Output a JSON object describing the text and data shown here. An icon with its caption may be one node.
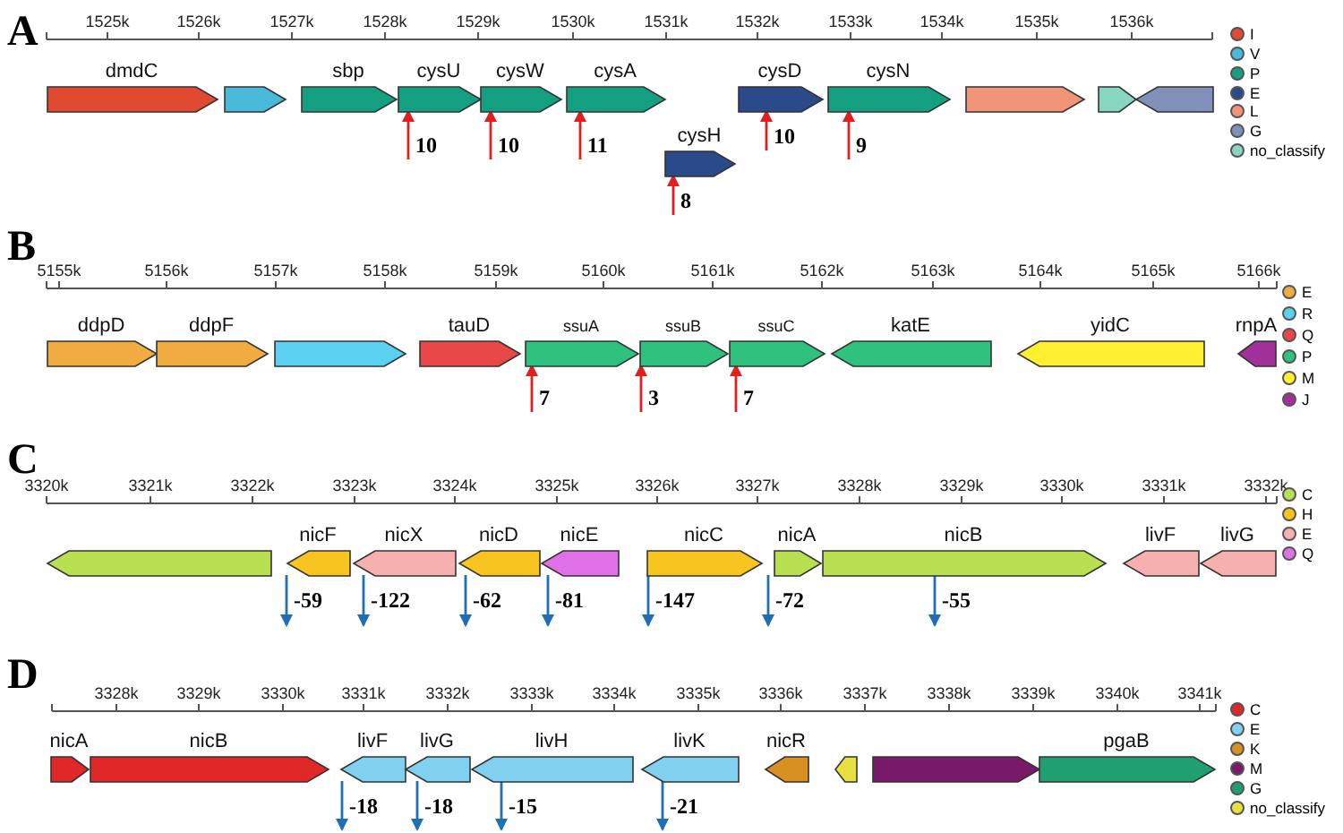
{
  "diagram": {
    "nodes": [
      {
        "text": [
          "dmdC"
        ]
      },
      {
        "text": [],
        "shape": "pentagon"
      },
      {
        "text": [
          "sbp"
        ]
      },
      {
        "text": [
          "cysU"
        ]
      },
      {
        "text": [
          "cysW"
        ]
      },
      {
        "text": [
          "cysA"
        ]
      },
      {
        "text": [
          "cysH"
        ]
      },
      {
        "text": [
          "cysD"
        ]
      },
      {
        "text": [
          "cysN"
        ]
      },
      {
        "text": [],
        "shape": "pentagon"
      },
      {
        "text": [],
        "shape": "pentagon"
      },
      {
        "text": [],
        "shape": "pentagon"
      },
      {
        "text": [
          "ddpD"
        ]
      },
      {
        "text": [
          "ddpF"
        ]
      },
      {
        "text": [],
        "shape": "pentagon"
      },
      {
        "text": [
          "tauD"
        ]
      },
      {
        "text": [
          "ssuA"
        ]
      },
      {
        "text": [
          "ssuB"
        ]
      },
      {
        "text": [
          "ssuC"
        ]
      },
      {
        "text": [
          "katE"
        ]
      },
      {
        "text": [
          "yidC"
        ]
      },
      {
        "text": [
          "rnpA"
        ]
      },
      {
        "text": [],
        "shape": "pentagon"
      },
      {
        "text": [
          "nicF"
        ]
      },
      {
        "text": [
          "nicX"
        ]
      },
      {
        "text": [
          "nicD"
        ]
      },
      {
        "text": [
          "nicE"
        ]
      },
      {
        "text": [
          "nicC"
        ]
      },
      {
        "text": [
          "nicA"
        ]
      },
      {
        "text": [
          "nicB"
        ]
      },
      {
        "text": [
          "livF"
        ]
      },
      {
        "text": [
          "livG"
        ]
      },
      {
        "text": [
          "nicA"
        ]
      },
      {
        "text": [
          "nicB"
        ]
      },
      {
        "text": [
          "livF"
        ]
      },
      {
        "text": [
          "livG"
        ]
      },
      {
        "text": [
          "livH"
        ]
      },
      {
        "text": [
          "livK"
        ]
      },
      {
        "text": [
          "nicR"
        ]
      },
      {
        "text": [],
        "shape": "pentagon"
      },
      {
        "text": [],
        "shape": "pentagon"
      },
      {
        "text": [
          "pgaB"
        ]
      }
    ],
    "edges": [
      {
        "from": null,
        "to": 3,
        "arrow": "to",
        "label": "10",
        "color": "#e02020"
      },
      {
        "from": null,
        "to": 4,
        "arrow": "to",
        "label": "10",
        "color": "#e02020"
      },
      {
        "from": null,
        "to": 5,
        "arrow": "to",
        "label": "11",
        "color": "#e02020"
      },
      {
        "from": null,
        "to": 6,
        "arrow": "to",
        "label": "8",
        "color": "#e02020"
      },
      {
        "from": null,
        "to": 7,
        "arrow": "to",
        "label": "10",
        "color": "#e02020"
      },
      {
        "from": null,
        "to": 8,
        "arrow": "to",
        "label": "9",
        "color": "#e02020"
      },
      {
        "from": null,
        "to": 16,
        "arrow": "to",
        "label": "7",
        "color": "#e02020"
      },
      {
        "from": null,
        "to": 17,
        "arrow": "to",
        "label": "3",
        "color": "#e02020"
      },
      {
        "from": null,
        "to": 18,
        "arrow": "to",
        "label": "7",
        "color": "#e02020"
      },
      {
        "from": 23,
        "to": null,
        "arrow": "to",
        "label": "-59"
      },
      {
        "from": 24,
        "to": null,
        "arrow": "to",
        "label": "-122"
      },
      {
        "from": 25,
        "to": null,
        "arrow": "to",
        "label": "-62"
      },
      {
        "from": 26,
        "to": null,
        "arrow": "to",
        "label": "-81"
      },
      {
        "from": 27,
        "to": null,
        "arrow": "to",
        "label": "-147"
      },
      {
        "from": 28,
        "to": null,
        "arrow": "to",
        "label": "-72"
      },
      {
        "from": 29,
        "to": null,
        "arrow": "to",
        "label": "-55"
      },
      {
        "from": 34,
        "to": null,
        "arrow": "to",
        "label": "-18"
      },
      {
        "from": 35,
        "to": null,
        "arrow": "to",
        "label": "-18"
      },
      {
        "from": 36,
        "to": null,
        "arrow": "to",
        "label": "-15"
      },
      {
        "from": 37,
        "to": null,
        "arrow": "to",
        "label": "-21"
      }
    ],
    "labels": [
      "A",
      "1525k",
      "1526k",
      "1527k",
      "1528k",
      "1529k",
      "1530k",
      "1531k",
      "1532k",
      "1533k",
      "1534k",
      "1535k",
      "1536k",
      "B",
      "5155k",
      "5156k",
      "5157k",
      "5158k",
      "5159k",
      "5160k",
      "5161k",
      "5162k",
      "5163k",
      "5164k",
      "5165k",
      "5166k",
      "C",
      "3320k",
      "3321k",
      "3322k",
      "3323k",
      "3324k",
      "3325k",
      "3326k",
      "3327k",
      "3328k",
      "3329k",
      "3330k",
      "3331k",
      "3332k",
      "D",
      "3328k",
      "3329k",
      "3330k",
      "3331k",
      "3332k",
      "3333k",
      "3334k",
      "3335k",
      "3336k",
      "3337k",
      "3338k",
      "3339k",
      "3340k",
      "3341k"
    ],
    "legend": [
      {
        "text": "I",
        "color": "#e04a30"
      },
      {
        "text": "V",
        "color": "#4ab8d8"
      },
      {
        "text": "P",
        "color": "#14a080"
      },
      {
        "text": "E",
        "color": "#2b4a8a"
      },
      {
        "text": "L",
        "color": "#f0957a"
      },
      {
        "text": "G",
        "color": "#8090b8"
      },
      {
        "text": "no_classify",
        "color": "#88d6c0"
      },
      {
        "text": "E",
        "color": "#f0ac40"
      },
      {
        "text": "R",
        "color": "#5cd0f0"
      },
      {
        "text": "Q",
        "color": "#e84848"
      },
      {
        "text": "P",
        "color": "#2ec27e"
      },
      {
        "text": "M",
        "color": "#ffef30"
      },
      {
        "text": "J",
        "color": "#a0309a"
      },
      {
        "text": "C",
        "color": "#b8e050"
      },
      {
        "text": "H",
        "color": "#f8c420"
      },
      {
        "text": "E",
        "color": "#f6b0b0"
      },
      {
        "text": "Q",
        "color": "#e070e8"
      },
      {
        "text": "C",
        "color": "#e02828"
      },
      {
        "text": "E",
        "color": "#80d0f0"
      },
      {
        "text": "K",
        "color": "#d89020"
      },
      {
        "text": "M",
        "color": "#7a1a6a"
      },
      {
        "text": "G",
        "color": "#20a070"
      },
      {
        "text": "no_classify",
        "color": "#e8e040"
      }
    ]
  }
}
